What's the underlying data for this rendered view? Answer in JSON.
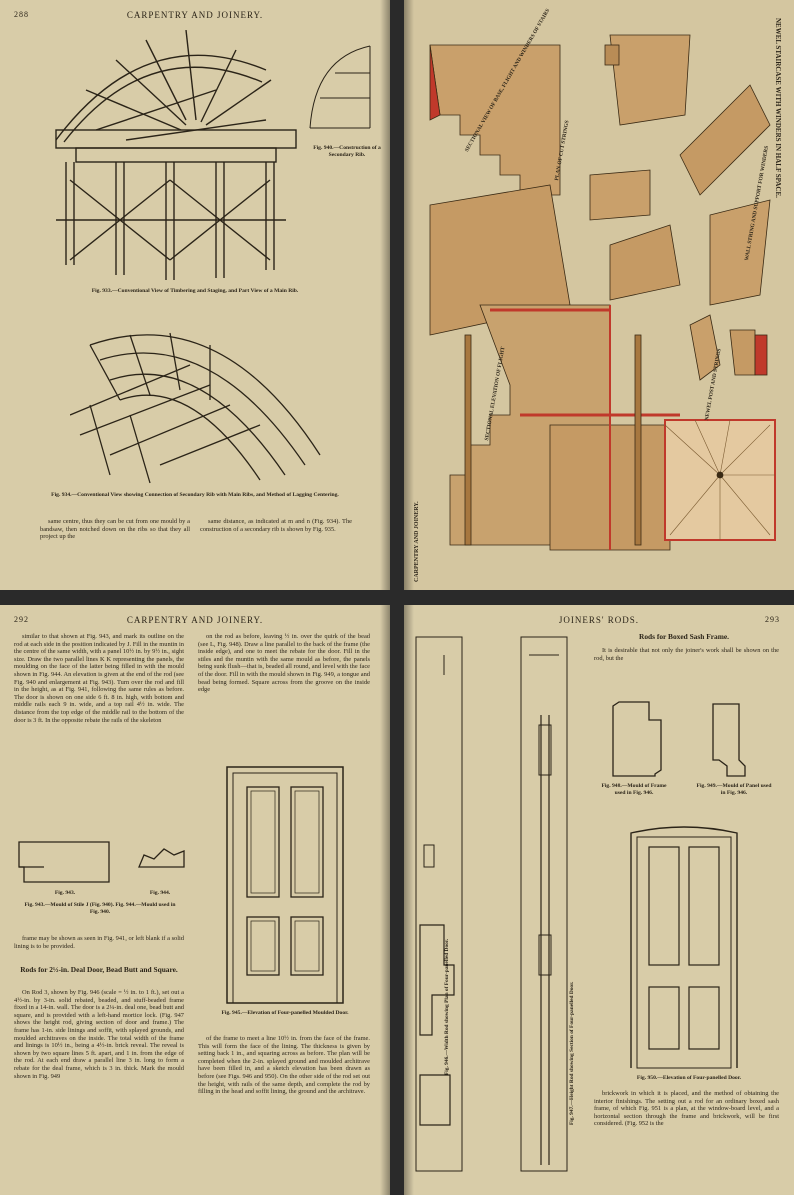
{
  "page1": {
    "number": "288",
    "title": "CARPENTRY AND JOINERY.",
    "fig_large": "Fig. 933.—Conventional View of Timbering and Staging, and Part View of a Main Rib.",
    "fig_small": "Fig. 940.—Construction of a Secondary Rib.",
    "fig_lower": "Fig. 934.—Conventional View showing Connection of Secondary Rib with Main Ribs, and Method of Lagging Centering.",
    "text_left": "same centre, thus they can be cut from one mould by a bandsaw, then notched down on the ribs so that they all project up the",
    "text_right": "same distance, as indicated at m and n (Fig. 934). The construction of a secondary rib is shown by Fig. 935."
  },
  "page2": {
    "title": "NEWEL STAIRCASE WITH WINDERS IN HALF SPACE.",
    "side": "CARPENTRY AND JOINERY.",
    "notes": [
      "SECTIONAL VIEW OF BASE, FLIGHT AND WINDERS OF STAIRS",
      "PLAN OF CUT STRINGS",
      "SECTIONAL ELEVATION OF FLIGHT",
      "WALL STRING AND SUPPORT FOR WINDERS",
      "NEWEL POST AND STRINGS"
    ]
  },
  "page3": {
    "number": "292",
    "title": "CARPENTRY AND JOINERY.",
    "text_top_left": "similar to that shown at Fig. 943, and mark its outline on the rod at each side in the position indicated by J. Fill in the muntin in the centre of the same width, with a panel 10½ in. by 9½ in., sight size. Draw the two parallel lines K K representing the panels, the moulding on the face of the latter being filled in with the mould shown in Fig. 944. An elevation is given at the end of the rod (see Fig. 940 and enlargement at Fig. 943). Turn over the rod and fill in the height, as at Fig. 941, following the same rules as before. The door is shown on one side 6 ft. 8 in. high, with bottom and middle rails each 9 in. wide, and a top rail 4½ in. wide. The distance from the top edge of the middle rail to the bottom of the door is 3 ft. In the opposite rebate the rails of the skeleton",
    "fig943": "Fig. 943.",
    "fig944": "Fig. 944.",
    "fig_caption": "Fig. 943.—Mould of Stile J (Fig. 940). Fig. 944.—Mould used in Fig. 940.",
    "text_mid": "frame may be shown as seen in Fig. 941, or left blank if a solid lining is to be provided.",
    "heading": "Rods for 2½-in. Deal Door, Bead Butt and Square.",
    "text_bottom_left": "On Rod 3, shown by Fig. 946 (scale = ½ in. to 1 ft.), set out a 4½-in. by 3-in. solid rebated, beaded, and stuff-beaded frame fixed in a 14-in. wall. The door is a 2¼-in. deal one, bead butt and square, and is provided with a left-hand mortice lock. (Fig. 947 shows the height rod, giving section of door and frame.) The frame has 1-in. side linings and soffit, with splayed grounds, and moulded architraves on the inside. The total width of the frame and linings is 10½ in., being a 4½-in. brick reveal. The reveal is shown by two square lines 5 ft. apart, and 1 in. from the edge of the rod. At each end draw a parallel line 3 in. long to form a rebate for the deal frame, which is 3 in. thick. Mark the mould shown in Fig. 949",
    "text_top_right": "on the rod as before, leaving ½ in. over the quirk of the bead (see L, Fig. 948). Draw a line parallel to the back of the frame (the inside edge), and one to meet the rebate for the door. Fill in the stiles and the muntin with the same mould as before, the panels being sunk flush—that is, beaded all round, and level with the face of the door. Fill in with the mould shown in Fig. 949, a tongue and bead being formed. Square across from the groove on the inside edge",
    "door_caption": "Fig. 945.—Elevation of Four-panelled Moulded Door.",
    "text_bottom_right": "of the frame to meet a line 10½ in. from the face of the frame. This will form the face of the lining. The thickness is given by setting back 1 in., and squaring across as before. The plan will be completed when the 2-in. splayed ground and moulded architrave have been filled in, and a sketch elevation has been drawn as before (see Figs. 946 and 950). On the other side of the rod set out the height, with rails of the same depth, and complete the rod by filling in the head and soffit lining, the ground and the architrave."
  },
  "page4": {
    "number": "293",
    "title": "JOINERS' RODS.",
    "rod1_caption": "Fig. 946.—Width Rod showing Plan of Four-panelled Door.",
    "rod2_caption": "Fig. 947.—Height Rod showing Section of Four-panelled Door.",
    "heading": "Rods for Boxed Sash Frame.",
    "text_top": "It is desirable that not only the joiner's work shall be shown on the rod, but the",
    "fig948": "Fig. 948.—Mould of Frame used in Fig. 946.",
    "fig949": "Fig. 949.—Mould of Panel used in Fig. 946.",
    "door_caption": "Fig. 950.—Elevation of Four-panelled Door.",
    "text_bottom": "brickwork in which it is placed, and the method of obtaining the interior finishings. The setting out a rod for an ordinary boxed sash frame, of which Fig. 951 is a plan, at the window-board level, and a horizontal section through the frame and brickwork, will be first considered. (Fig. 952 is the"
  },
  "colors": {
    "paper": "#d8cca8",
    "ink": "#2b2418",
    "red": "#c0392b",
    "wood": "#c9a06b"
  }
}
